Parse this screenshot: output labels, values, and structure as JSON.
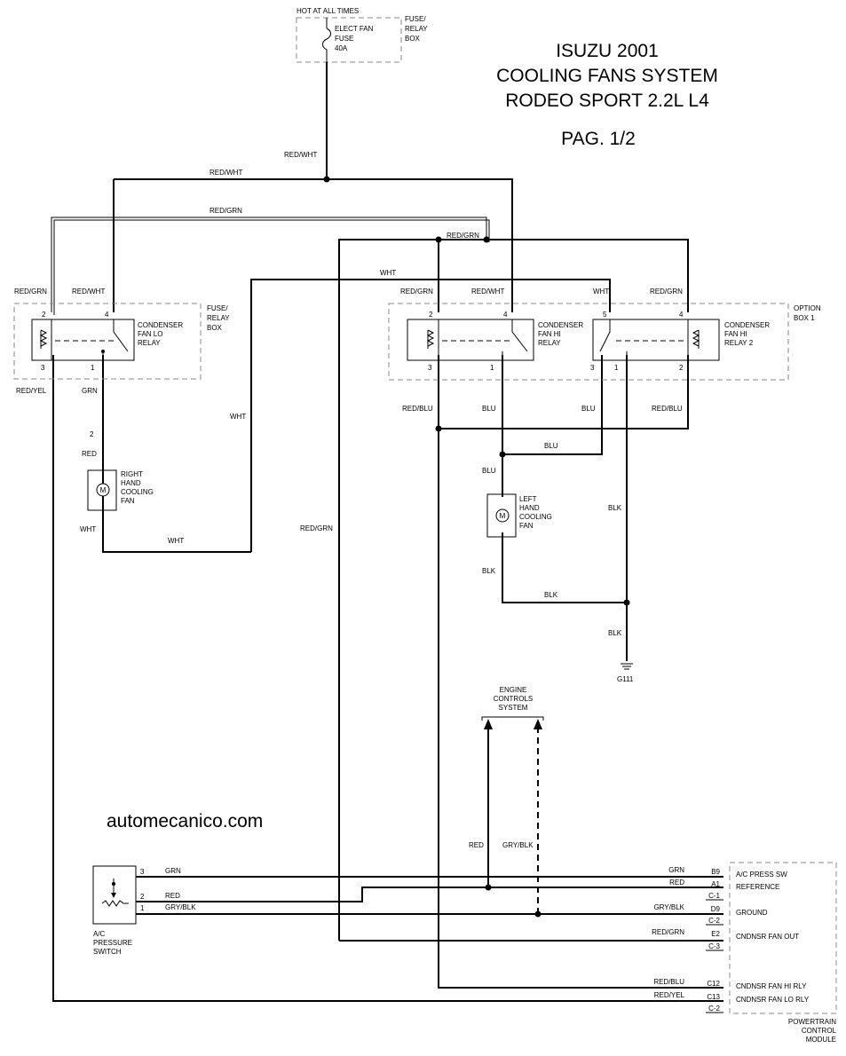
{
  "title": {
    "line1": "ISUZU 2001",
    "line2": "COOLING FANS SYSTEM",
    "line3": "RODEO SPORT 2.2L L4",
    "page": "PAG. 1/2"
  },
  "watermark": "automecanico.com",
  "fuse": {
    "header": "HOT AT ALL TIMES",
    "name_line1": "ELECT FAN",
    "name_line2": "FUSE",
    "rating": "40A",
    "box_line1": "FUSE/",
    "box_line2": "RELAY",
    "box_line3": "BOX"
  },
  "relay_box_left": {
    "line1": "FUSE/",
    "line2": "RELAY",
    "line3": "BOX"
  },
  "option_box": {
    "line1": "OPTION",
    "line2": "BOX 1"
  },
  "relay_lo": {
    "line1": "CONDENSER",
    "line2": "FAN LO",
    "line3": "RELAY",
    "pin2": "2",
    "pin4": "4",
    "pin3": "3",
    "pin1": "1"
  },
  "relay_hi": {
    "line1": "CONDENSER",
    "line2": "FAN HI",
    "line3": "RELAY",
    "pin2": "2",
    "pin4": "4",
    "pin3": "3",
    "pin1": "1"
  },
  "relay_hi2": {
    "line1": "CONDENSER",
    "line2": "FAN HI",
    "line3": "RELAY 2",
    "pin5": "5",
    "pin4": "4",
    "pin3": "3",
    "pin1": "1",
    "pin2": "2"
  },
  "right_fan": {
    "line1": "RIGHT",
    "line2": "HAND",
    "line3": "COOLING",
    "line4": "FAN",
    "pin": "2",
    "motor": "M"
  },
  "left_fan": {
    "line1": "LEFT",
    "line2": "HAND",
    "line3": "COOLING",
    "line4": "FAN",
    "motor": "M"
  },
  "ground": {
    "label": "G111"
  },
  "ecs": {
    "line1": "ENGINE",
    "line2": "CONTROLS",
    "line3": "SYSTEM"
  },
  "pressure_switch": {
    "line1": "A/C",
    "line2": "PRESSURE",
    "line3": "SWITCH",
    "pin3": "3",
    "pin2": "2",
    "pin1": "1"
  },
  "pcm": {
    "line1": "POWERTRAIN",
    "line2": "CONTROL",
    "line3": "MODULE"
  },
  "wires": {
    "red_wht_fuse": "RED/WHT",
    "red_wht_top": "RED/WHT",
    "red_grn_top": "RED/GRN",
    "red_grn_mid": "RED/GRN",
    "wht_top": "WHT",
    "lo_pin2": "RED/GRN",
    "lo_pin4": "RED/WHT",
    "hi_pin2": "RED/GRN",
    "hi_pin4": "RED/WHT",
    "hi2_pin5": "WHT",
    "hi2_pin4": "RED/GRN",
    "lo_pin3": "RED/YEL",
    "lo_pin1": "GRN",
    "wht_vertical": "WHT",
    "rfan_red": "RED",
    "rfan_wht": "WHT",
    "rfan_wht_h": "WHT",
    "hi_pin3": "RED/BLU",
    "hi_pin1": "BLU",
    "hi2_pin3": "BLU",
    "hi2_pin2": "RED/BLU",
    "blu_h": "BLU",
    "blu_lfan": "BLU",
    "blk_v": "BLK",
    "blk_lfan": "BLK",
    "blk_h": "BLK",
    "blk_gnd": "BLK",
    "red_grn_long": "RED/GRN",
    "red_ecs": "RED",
    "gry_blk_ecs": "GRY/BLK",
    "sw_grn": "GRN",
    "sw_red": "RED",
    "sw_gryblk": "GRY/BLK"
  },
  "pcm_pins": [
    {
      "wire": "GRN",
      "pin": "B9",
      "conn": "",
      "func": "A/C PRESS SW"
    },
    {
      "wire": "RED",
      "pin": "A1",
      "conn": "C-1",
      "func": "REFERENCE"
    },
    {
      "wire": "GRY/BLK",
      "pin": "D9",
      "conn": "C-2",
      "func": "GROUND"
    },
    {
      "wire": "RED/GRN",
      "pin": "E2",
      "conn": "C-3",
      "func": "CNDNSR FAN OUT"
    },
    {
      "wire": "RED/BLU",
      "pin": "C12",
      "conn": "",
      "func": "CNDNSR FAN HI RLY"
    },
    {
      "wire": "RED/YEL",
      "pin": "C13",
      "conn": "C-2",
      "func": "CNDNSR FAN LO RLY"
    }
  ]
}
